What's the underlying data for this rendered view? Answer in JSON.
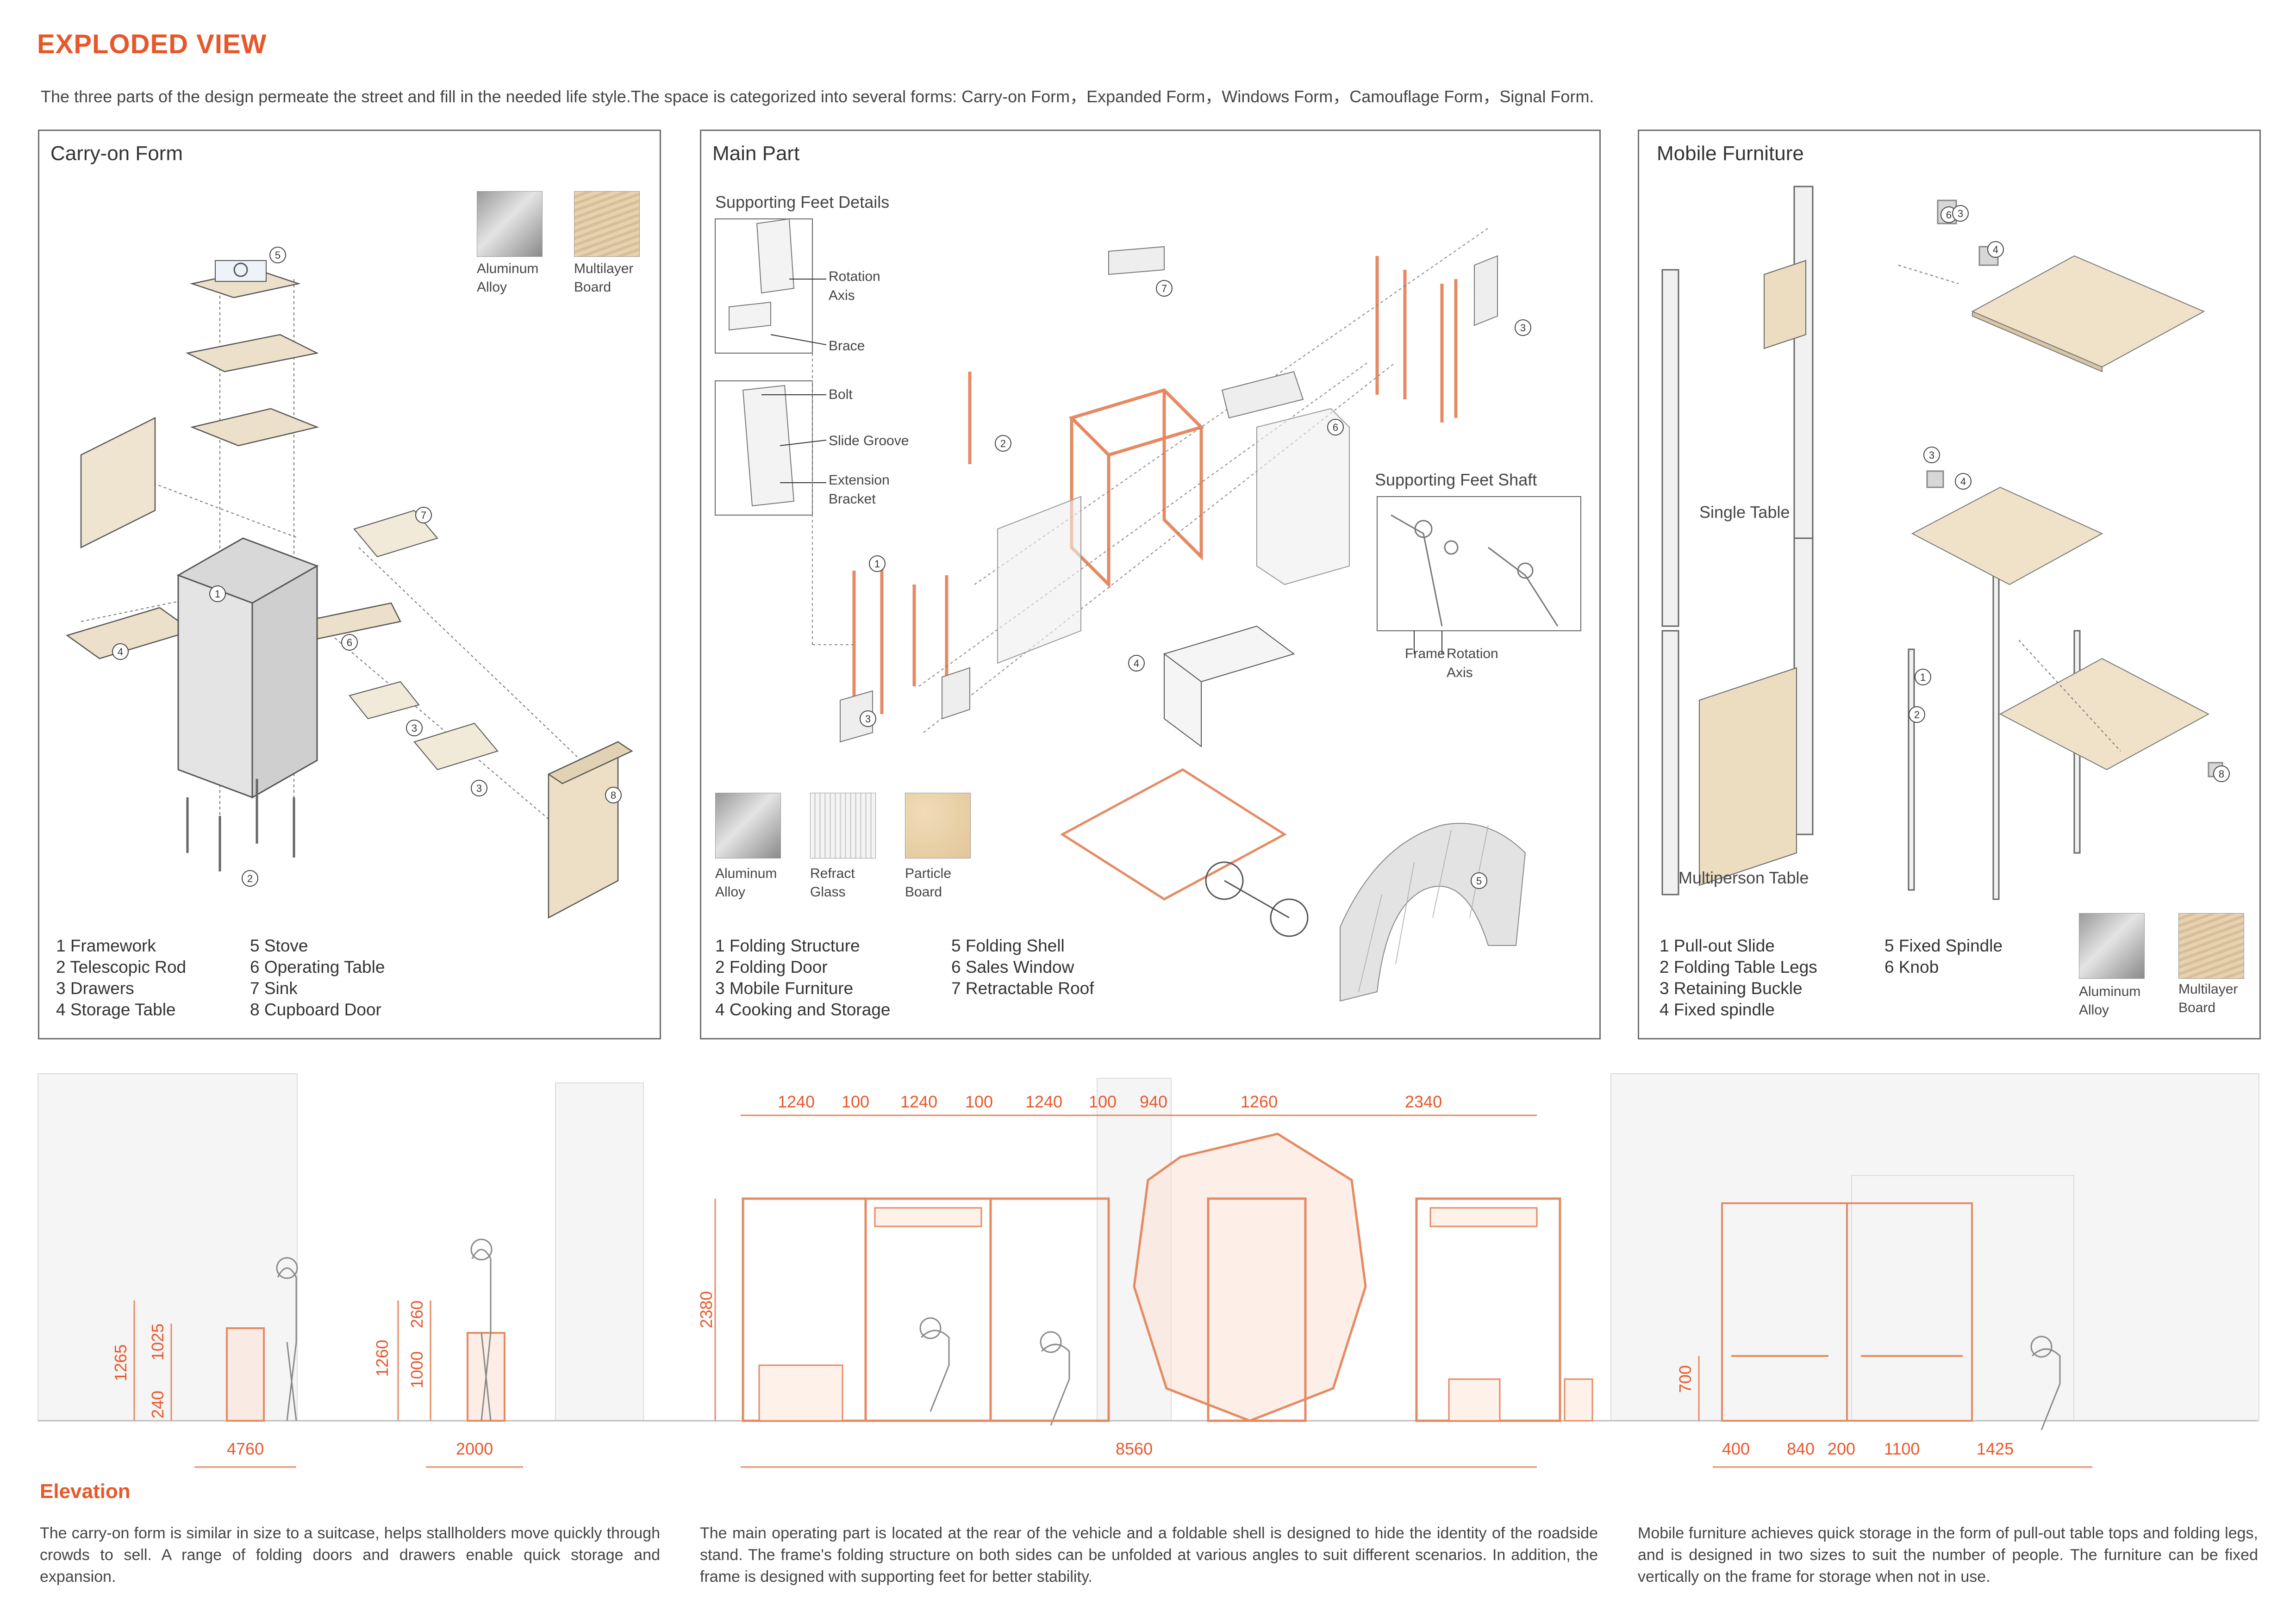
{
  "header": {
    "title": "EXPLODED VIEW",
    "intro": "The three parts of the design permeate the street and fill in the needed life style.The space is categorized into several forms: Carry-on Form，Expanded Form，Windows Form，Camouflage Form，Signal Form."
  },
  "colors": {
    "accent": "#e8572a",
    "frame": "#e58a63",
    "line": "#555555",
    "wood": "#e8d8bd",
    "border": "#6f6f6f"
  },
  "carry_on": {
    "title": "Carry-on Form",
    "materials": [
      {
        "name": "Aluminum Alloy",
        "line1": "Aluminum",
        "line2": "Alloy"
      },
      {
        "name": "Multilayer Board",
        "line1": "Multilayer",
        "line2": "Board"
      }
    ],
    "callouts": [
      "1",
      "2",
      "3",
      "3",
      "4",
      "5",
      "6",
      "7",
      "8"
    ],
    "legend_left": [
      "1  Framework",
      "2  Telescopic Rod",
      "3  Drawers",
      "4  Storage Table"
    ],
    "legend_right": [
      "5  Stove",
      "6  Operating Table",
      "7  Sink",
      "8  Cupboard Door"
    ]
  },
  "main_part": {
    "title": "Main Part",
    "feet_details_title": "Supporting Feet Details",
    "feet_details_labels": {
      "rotation_axis_1": "Rotation",
      "rotation_axis_2": "Axis",
      "brace": "Brace",
      "bolt": "Bolt",
      "slide_groove": "Slide Groove",
      "extension_1": "Extension",
      "extension_2": "Bracket"
    },
    "feet_shaft_title": "Supporting Feet Shaft",
    "feet_shaft_labels": {
      "frame": "Frame",
      "rotation_1": "Rotation",
      "rotation_2": "Axis"
    },
    "materials": [
      {
        "line1": "Aluminum",
        "line2": "Alloy"
      },
      {
        "line1": "Refract",
        "line2": "Glass"
      },
      {
        "line1": "Particle",
        "line2": "Board"
      }
    ],
    "callouts": [
      "1",
      "2",
      "3",
      "3",
      "4",
      "5",
      "6",
      "7"
    ],
    "legend_left": [
      "1  Folding Structure",
      "2  Folding Door",
      "3  Mobile Furniture",
      "4 Cooking and Storage"
    ],
    "legend_right": [
      "5  Folding Shell",
      "6  Sales Window",
      "7  Retractable Roof"
    ]
  },
  "mobile_furniture": {
    "title": "Mobile Furniture",
    "single_table": "Single Table",
    "multiperson_table": "Multiperson Table",
    "callouts": [
      "1",
      "2",
      "3",
      "3",
      "4",
      "4",
      "6",
      "8"
    ],
    "legend_left": [
      "1  Pull-out Slide",
      "2  Folding Table Legs",
      "3  Retaining Buckle",
      "4 Fixed spindle"
    ],
    "legend_right": [
      "5  Fixed Spindle",
      "6  Knob"
    ],
    "materials": [
      {
        "line1": "Aluminum",
        "line2": "Alloy"
      },
      {
        "line1": "Multilayer",
        "line2": "Board"
      }
    ]
  },
  "elevation": {
    "title": "Elevation",
    "left_dims_vertical": [
      "1265",
      "1025",
      "240",
      "1260",
      "260",
      "1000"
    ],
    "left_dims_horizontal": [
      "4760",
      "2000"
    ],
    "main_dims_top": [
      "1240",
      "100",
      "1240",
      "100",
      "1240",
      "100",
      "940",
      "1260",
      "2340"
    ],
    "main_dim_height": "2380",
    "main_dim_bottom": "8560",
    "right_dim_height": "700",
    "right_dims_bottom": [
      "400",
      "840",
      "200",
      "1100",
      "1425"
    ],
    "captions": [
      "The carry-on form is similar in size to a suitcase, helps stallholders move quickly through crowds to sell. A range of folding doors and drawers enable quick storage and expansion.",
      "The main operating part is located at the rear of the vehicle and a foldable shell is designed to hide the identity of the roadside stand. The frame's folding structure on both sides can be unfolded at various angles to suit different scenarios. In addition, the frame is designed with supporting feet for better stability.",
      "Mobile furniture achieves quick storage in the form of pull-out table tops and folding legs, and is designed in two sizes to suit the number of people. The furniture can be fixed vertically on the frame for storage when not in use."
    ]
  }
}
